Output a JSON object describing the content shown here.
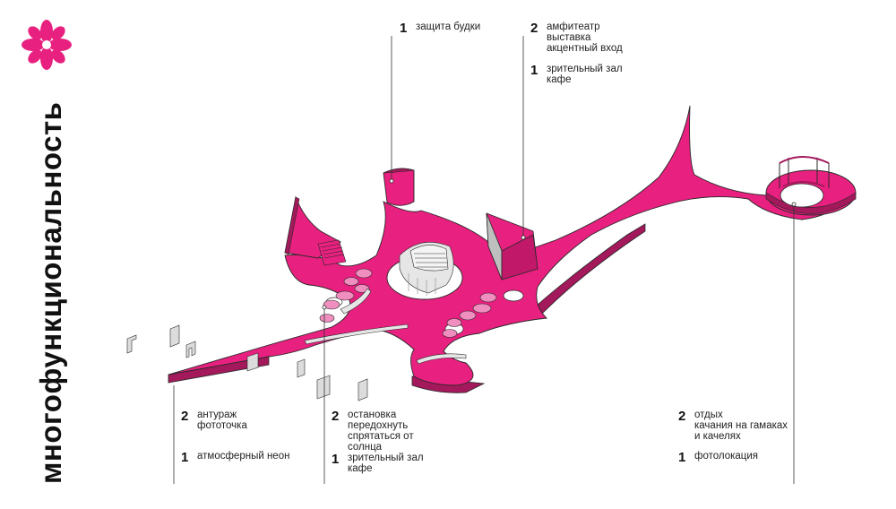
{
  "title": "многофункциональность",
  "logo": {
    "name": "pink-flower-logo",
    "color": "#e8207f"
  },
  "colors": {
    "platform": "#e8207f",
    "platform_side": "#a3195b",
    "outline": "#2a2a2a",
    "grey": "#d9d9d9"
  },
  "annotations": [
    {
      "id": "top-center",
      "items": [
        {
          "num": "1",
          "lines": [
            "защита будки"
          ]
        }
      ]
    },
    {
      "id": "top-right",
      "items": [
        {
          "num": "2",
          "lines": [
            "амфитеатр",
            "выставка",
            "акцентный вход"
          ]
        },
        {
          "num": "1",
          "lines": [
            "зрительный зал",
            "кафе"
          ]
        }
      ]
    },
    {
      "id": "bottom-left",
      "items": [
        {
          "num": "2",
          "lines": [
            "антураж",
            "фототочка"
          ]
        },
        {
          "num": "1",
          "lines": [
            "атмосферный неон"
          ]
        }
      ]
    },
    {
      "id": "bottom-middle",
      "items": [
        {
          "num": "2",
          "lines": [
            "остановка",
            "передохнуть",
            "спрятаться от",
            "солнца"
          ]
        },
        {
          "num": "1",
          "lines": [
            "зрительный зал",
            "кафе"
          ]
        }
      ]
    },
    {
      "id": "bottom-right",
      "items": [
        {
          "num": "2",
          "lines": [
            "отдых",
            "качания на гамаках",
            "и качелях"
          ]
        },
        {
          "num": "1",
          "lines": [
            "фотолокация"
          ]
        }
      ]
    }
  ]
}
